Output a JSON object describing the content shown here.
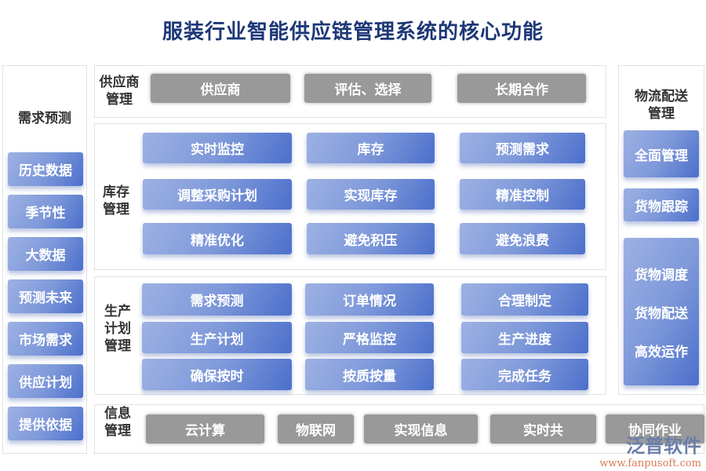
{
  "title": "服装行业智能供应链管理系统的核心功能",
  "left": {
    "title": "需求预测",
    "items": [
      "历史数据",
      "季节性",
      "大数据",
      "预测未来",
      "市场需求",
      "供应计划",
      "提供依据"
    ]
  },
  "supplier": {
    "label": "供应商\n管理",
    "items": [
      "供应商",
      "评估、选择",
      "长期合作"
    ]
  },
  "inventory": {
    "label": "库存\n管理",
    "items": [
      "实时监控",
      "库存",
      "预测需求",
      "调整采购计划",
      "实现库存",
      "精准控制",
      "精准优化",
      "避免积压",
      "避免浪费"
    ]
  },
  "production": {
    "label": "生产\n计划\n管理",
    "items": [
      "需求预测",
      "订单情况",
      "合理制定",
      "生产计划",
      "严格监控",
      "生产进度",
      "确保按时",
      "按质按量",
      "完成任务"
    ]
  },
  "info": {
    "label": "信息\n管理",
    "items": [
      "云计算",
      "物联网",
      "实现信息",
      "实时共",
      "协同作业"
    ]
  },
  "right": {
    "title": "物流配送\n管理",
    "items": [
      "全面管理",
      "货物跟踪",
      "货物调度",
      "货物配送",
      "高效运作"
    ]
  },
  "logo": {
    "name": "泛普软件",
    "url": "www.fanpusoft.com"
  },
  "colors": {
    "title": "#1d3777",
    "blue_dark": "#4b6fcb",
    "blue_light": "#9db1e3",
    "gray": "#999999"
  }
}
